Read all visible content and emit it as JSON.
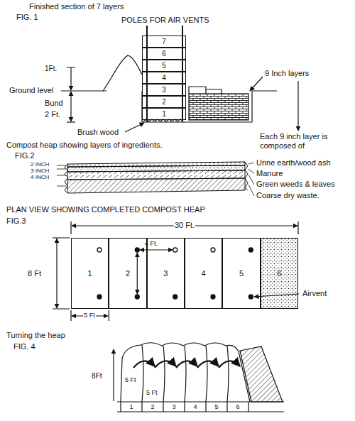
{
  "diagram": {
    "nodes": [
      {
        "text": [
          "7"
        ]
      },
      {
        "text": [
          "6"
        ]
      },
      {
        "text": [
          "5"
        ]
      },
      {
        "text": [
          "4"
        ]
      },
      {
        "text": [
          "3"
        ]
      },
      {
        "text": [
          "2"
        ]
      },
      {
        "text": [
          "1"
        ]
      },
      {
        "text": [
          "1"
        ]
      },
      {
        "text": [
          "2"
        ]
      },
      {
        "text": [
          "3"
        ]
      },
      {
        "text": [
          "4"
        ]
      },
      {
        "text": [
          "5"
        ]
      },
      {
        "text": [
          "6"
        ]
      }
    ],
    "labels": [
      "Finished section of 7 layers",
      "FIG. 1",
      "POLES FOR AIR VENTS",
      "1Ft.",
      "Ground level",
      "Bund",
      "2 Ft.",
      "Brush wood",
      "9 Inch layers",
      "Compost heap showing layers of ingredients.",
      "FIG.2",
      "Each 9 inch layer is composed of",
      "2 INCH",
      "3 INCH",
      "4 INCH",
      "Urine earth/wood ash",
      "Manure",
      "Green weeds & leaves",
      "Coarse dry waste.",
      "PLAN VIEW SHOWING COMPLETED COMPOST HEAP",
      "FIG.3",
      "30 Ft.",
      "8 Ft",
      "4 Ft.",
      "5 Ft",
      "Airvent",
      "Turning the heap",
      "FIG. 4",
      "8Ft",
      "5 Ft",
      "5 Ft",
      "1",
      "2",
      "3",
      "4",
      "5",
      "6"
    ]
  }
}
